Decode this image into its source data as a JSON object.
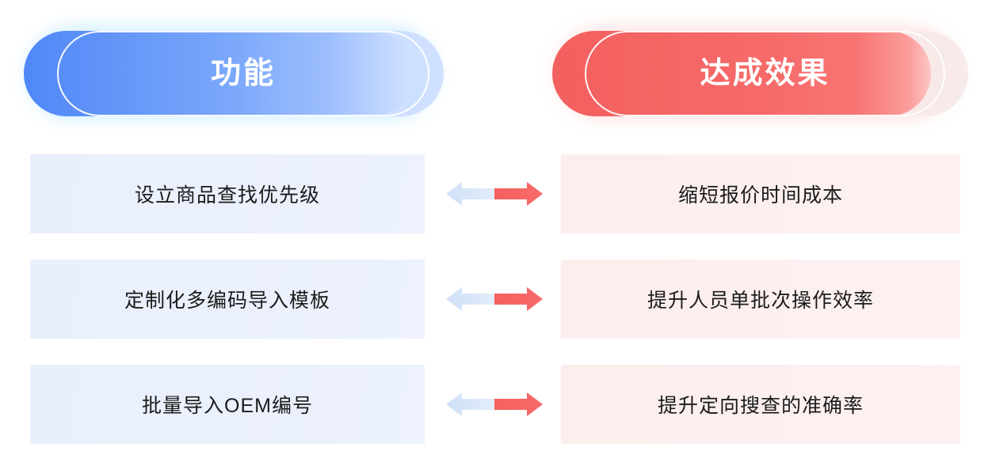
{
  "headers": {
    "left": {
      "label": "功能",
      "color": "#4f88f7",
      "ghost_color": "#c6dafe"
    },
    "right": {
      "label": "达成效果",
      "color": "#f2605f",
      "ghost_color": "#f9e6e6"
    }
  },
  "rows": [
    {
      "feature": "设立商品查找优先级",
      "result": "缩短报价时间成本",
      "connector": "double-arrow"
    },
    {
      "feature": "定制化多编码导入模板",
      "result": "提升人员单批次操作效率",
      "connector": "double-arrow"
    },
    {
      "feature": "批量导入OEM编号",
      "result": "提升定向搜查的准确率",
      "connector": "double-arrow"
    }
  ],
  "colors": {
    "blue_accent": "#4f88f7",
    "blue_row_bg": "#eaf0fc",
    "red_accent": "#f2605f",
    "red_row_bg": "#fdeeee",
    "arrow_left_half": "#d3e2f8",
    "arrow_right_half": "#f4605f",
    "text": "#1b1b1b",
    "background": "#ffffff"
  }
}
